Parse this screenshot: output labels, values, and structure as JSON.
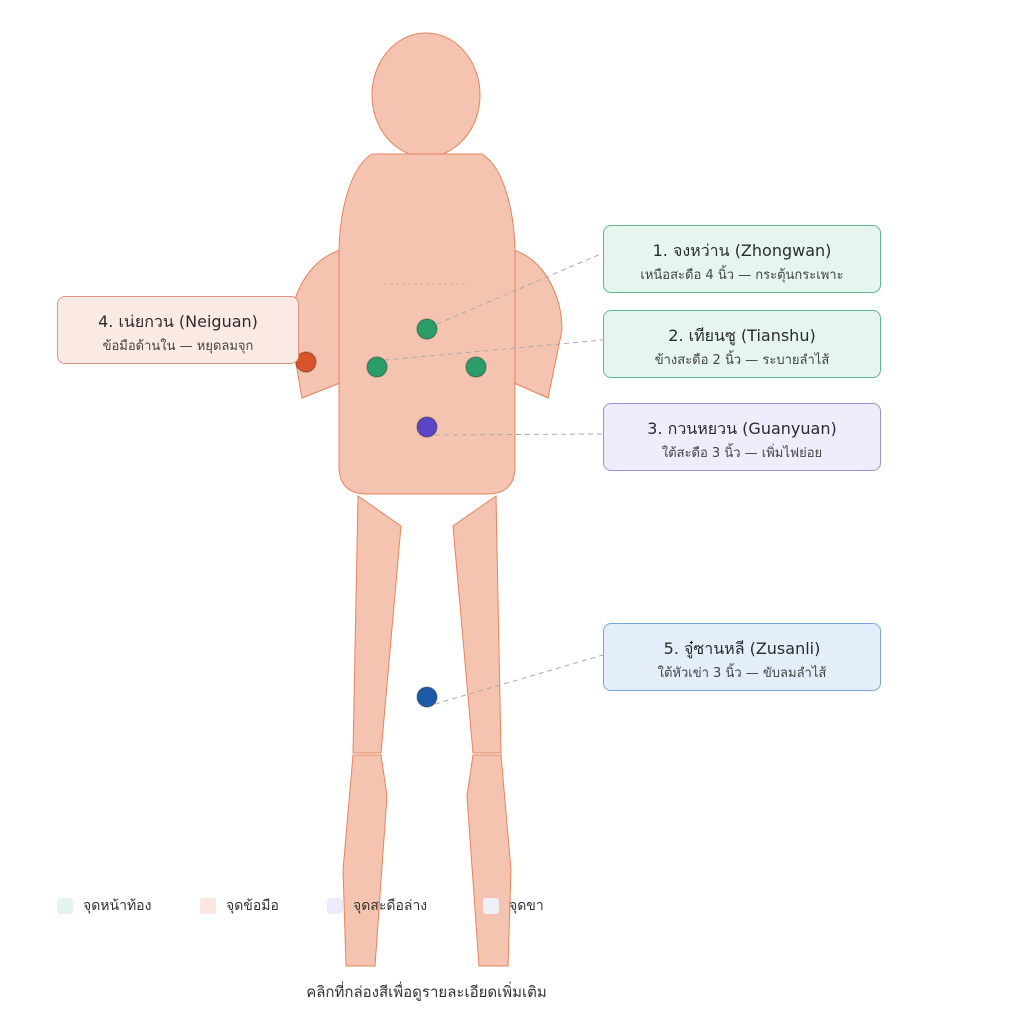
{
  "points": [
    {
      "id": "zhongwan",
      "title": "1. จงหว่าน (Zhongwan)",
      "desc": "เหนือสะดือ 4 นิ้ว — กระตุ้นกระเพาะ",
      "color": "#2a9d68",
      "box_bg": "#e6f5ee",
      "box_border": "#5fb98e"
    },
    {
      "id": "tianshu",
      "title": "2. เทียนซู (Tianshu)",
      "desc": "ข้างสะดือ 2 นิ้ว — ระบายลำไส้",
      "color": "#2a9d68",
      "box_bg": "#e6f5ee",
      "box_border": "#5fb98e"
    },
    {
      "id": "guanyuan",
      "title": "3. กวนหยวน (Guanyuan)",
      "desc": "ใต้สะดือ 3 นิ้ว — เพิ่มไฟย่อย",
      "color": "#5b45c4",
      "box_bg": "#efedfb",
      "box_border": "#9d92d9"
    },
    {
      "id": "neiguan",
      "title": "4. เน่ยกวน (Neiguan)",
      "desc": "ข้อมือด้านใน — หยุดลมจุก",
      "color": "#d9542b",
      "box_bg": "#fbeae4",
      "box_border": "#dd9478"
    },
    {
      "id": "zusanli",
      "title": "5. จู๋ซานหลี (Zusanli)",
      "desc": "ใต้หัวเข่า 3 นิ้ว — ขับลมลำไส้",
      "color": "#1d5aa6",
      "box_bg": "#e4eefb",
      "box_border": "#7ca6d9"
    }
  ],
  "legend": [
    {
      "label": "จุดหน้าท้อง",
      "color": "#e3f4ec"
    },
    {
      "label": "จุดข้อมือ",
      "color": "#fbe6e0"
    },
    {
      "label": "จุดสะดือล่าง",
      "color": "#ecebfb"
    },
    {
      "label": "จุดขา",
      "color": "#eef0f6"
    }
  ],
  "caption": "คลิกที่กล่องสีเพื่อดูรายละเอียดเพิ่มเติม",
  "body_colors": {
    "skin": "#f5c4b0",
    "outline": "#e6835e"
  }
}
